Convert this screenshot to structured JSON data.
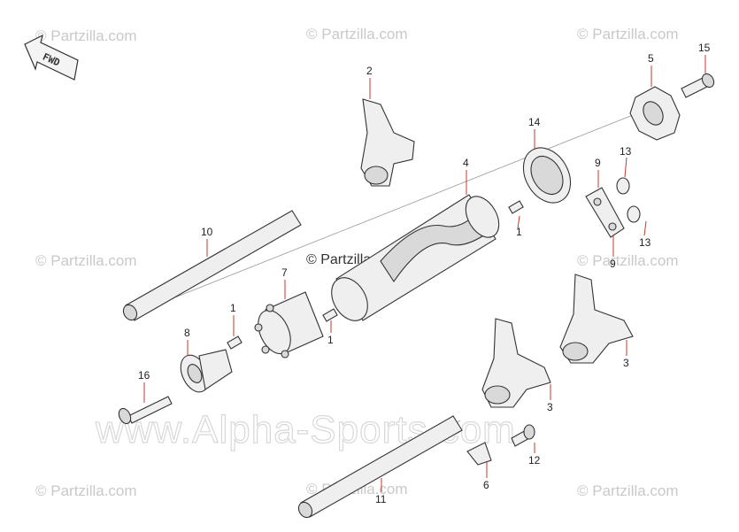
{
  "watermarks": {
    "partzilla": "© Partzilla.com",
    "alpha": "www.Alpha-Sports.com"
  },
  "fwd_badge": "FWD",
  "parts": [
    {
      "id": "p1a",
      "label": "1"
    },
    {
      "id": "p1b",
      "label": "1"
    },
    {
      "id": "p1c",
      "label": "1"
    },
    {
      "id": "p2",
      "label": "2"
    },
    {
      "id": "p3a",
      "label": "3"
    },
    {
      "id": "p3b",
      "label": "3"
    },
    {
      "id": "p4",
      "label": "4"
    },
    {
      "id": "p5",
      "label": "5"
    },
    {
      "id": "p6",
      "label": "6"
    },
    {
      "id": "p7",
      "label": "7"
    },
    {
      "id": "p8",
      "label": "8"
    },
    {
      "id": "p9a",
      "label": "9"
    },
    {
      "id": "p9b",
      "label": "9"
    },
    {
      "id": "p10",
      "label": "10"
    },
    {
      "id": "p11",
      "label": "11"
    },
    {
      "id": "p12",
      "label": "12"
    },
    {
      "id": "p13a",
      "label": "13"
    },
    {
      "id": "p13b",
      "label": "13"
    },
    {
      "id": "p14",
      "label": "14"
    },
    {
      "id": "p15",
      "label": "15"
    },
    {
      "id": "p16",
      "label": "16"
    }
  ]
}
